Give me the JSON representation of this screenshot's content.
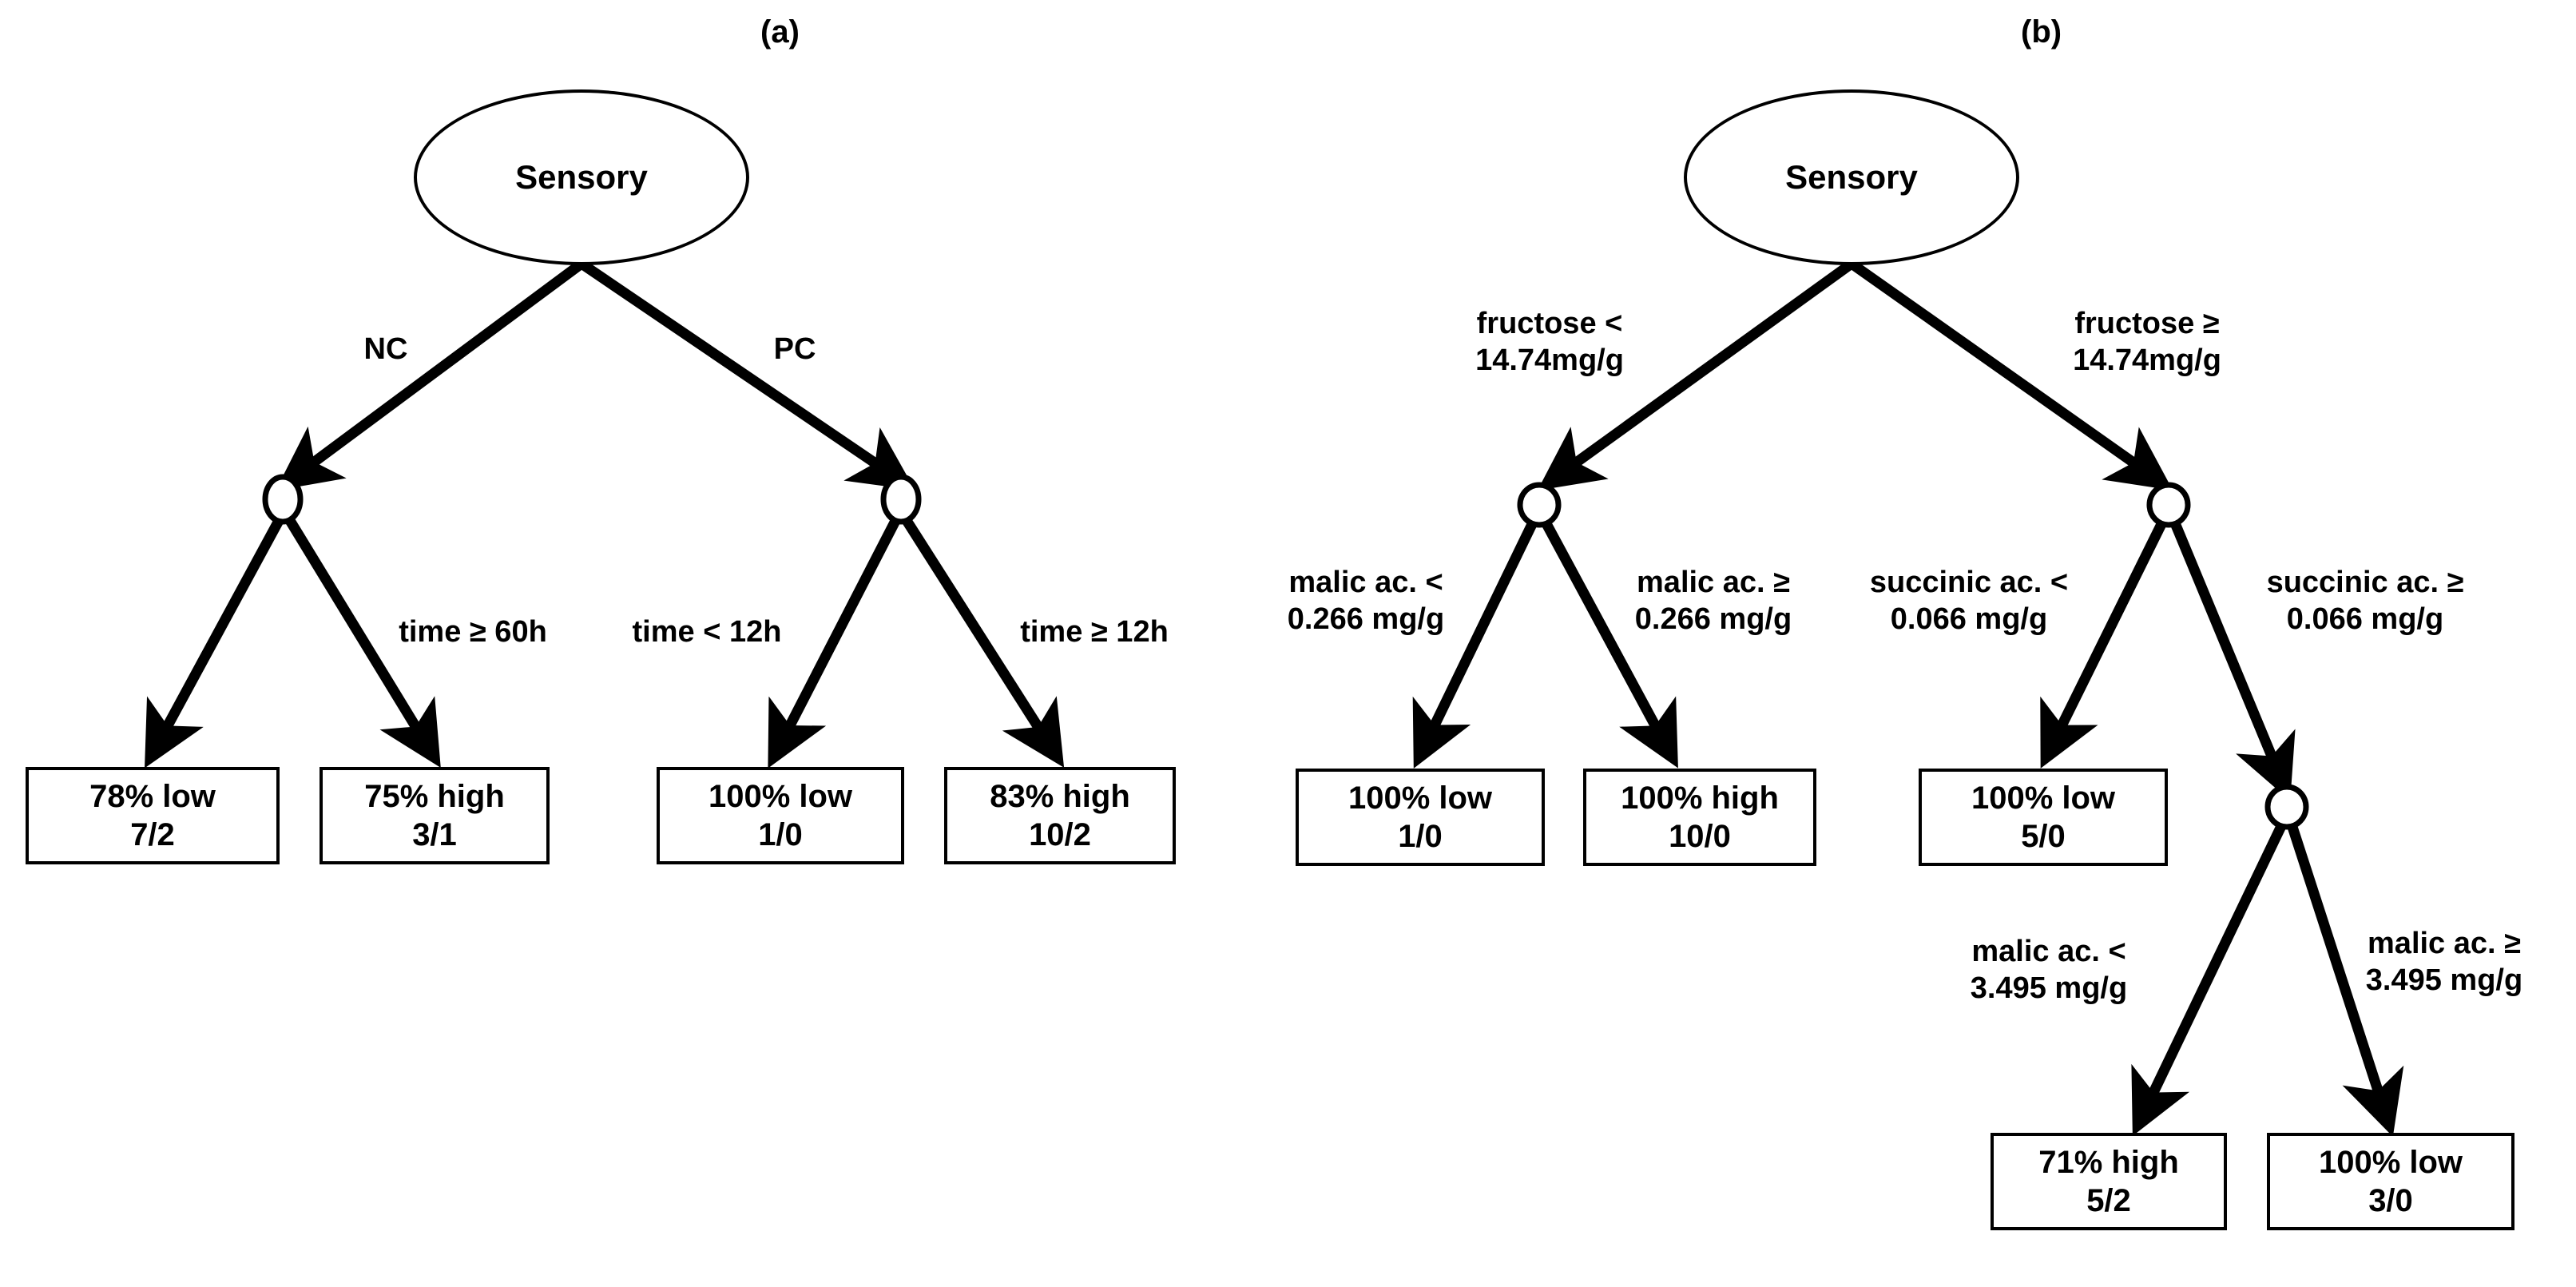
{
  "figure": {
    "panels": [
      {
        "id": "a",
        "label": "(a)"
      },
      {
        "id": "b",
        "label": "(b)"
      }
    ]
  },
  "tree_a": {
    "root": {
      "label": "Sensory"
    },
    "edges": [
      {
        "id": "a-e1",
        "label": "NC"
      },
      {
        "id": "a-e2",
        "label": "PC"
      },
      {
        "id": "a-e3",
        "label": ""
      },
      {
        "id": "a-e4",
        "label": "time ≥ 60h"
      },
      {
        "id": "a-e5",
        "label": "time < 12h"
      },
      {
        "id": "a-e6",
        "label": "time ≥ 12h"
      }
    ],
    "leaves": [
      {
        "id": "a-l1",
        "class_line": "78% low",
        "counts": "7/2"
      },
      {
        "id": "a-l2",
        "class_line": "75% high",
        "counts": "3/1"
      },
      {
        "id": "a-l3",
        "class_line": "100% low",
        "counts": "1/0"
      },
      {
        "id": "a-l4",
        "class_line": "83% high",
        "counts": "10/2"
      }
    ]
  },
  "tree_b": {
    "root": {
      "label": "Sensory"
    },
    "edges": [
      {
        "id": "b-e1",
        "label": "fructose <\n14.74mg/g"
      },
      {
        "id": "b-e2",
        "label": "fructose ≥\n14.74mg/g"
      },
      {
        "id": "b-e3",
        "label": "malic ac. <\n0.266 mg/g"
      },
      {
        "id": "b-e4",
        "label": "malic ac. ≥\n0.266 mg/g"
      },
      {
        "id": "b-e5",
        "label": "succinic ac. <\n0.066 mg/g"
      },
      {
        "id": "b-e6",
        "label": "succinic ac. ≥\n0.066 mg/g"
      },
      {
        "id": "b-e7",
        "label": "malic ac. <\n3.495 mg/g"
      },
      {
        "id": "b-e8",
        "label": "malic ac. ≥\n3.495 mg/g"
      }
    ],
    "leaves": [
      {
        "id": "b-l1",
        "class_line": "100% low",
        "counts": "1/0"
      },
      {
        "id": "b-l2",
        "class_line": "100% high",
        "counts": "10/0"
      },
      {
        "id": "b-l3",
        "class_line": "100% low",
        "counts": "5/0"
      },
      {
        "id": "b-l4",
        "class_line": "71% high",
        "counts": "5/2"
      },
      {
        "id": "b-l5",
        "class_line": "100% low",
        "counts": "3/0"
      }
    ]
  },
  "colors": {
    "stroke": "#000000",
    "background": "#ffffff",
    "text": "#000000"
  }
}
